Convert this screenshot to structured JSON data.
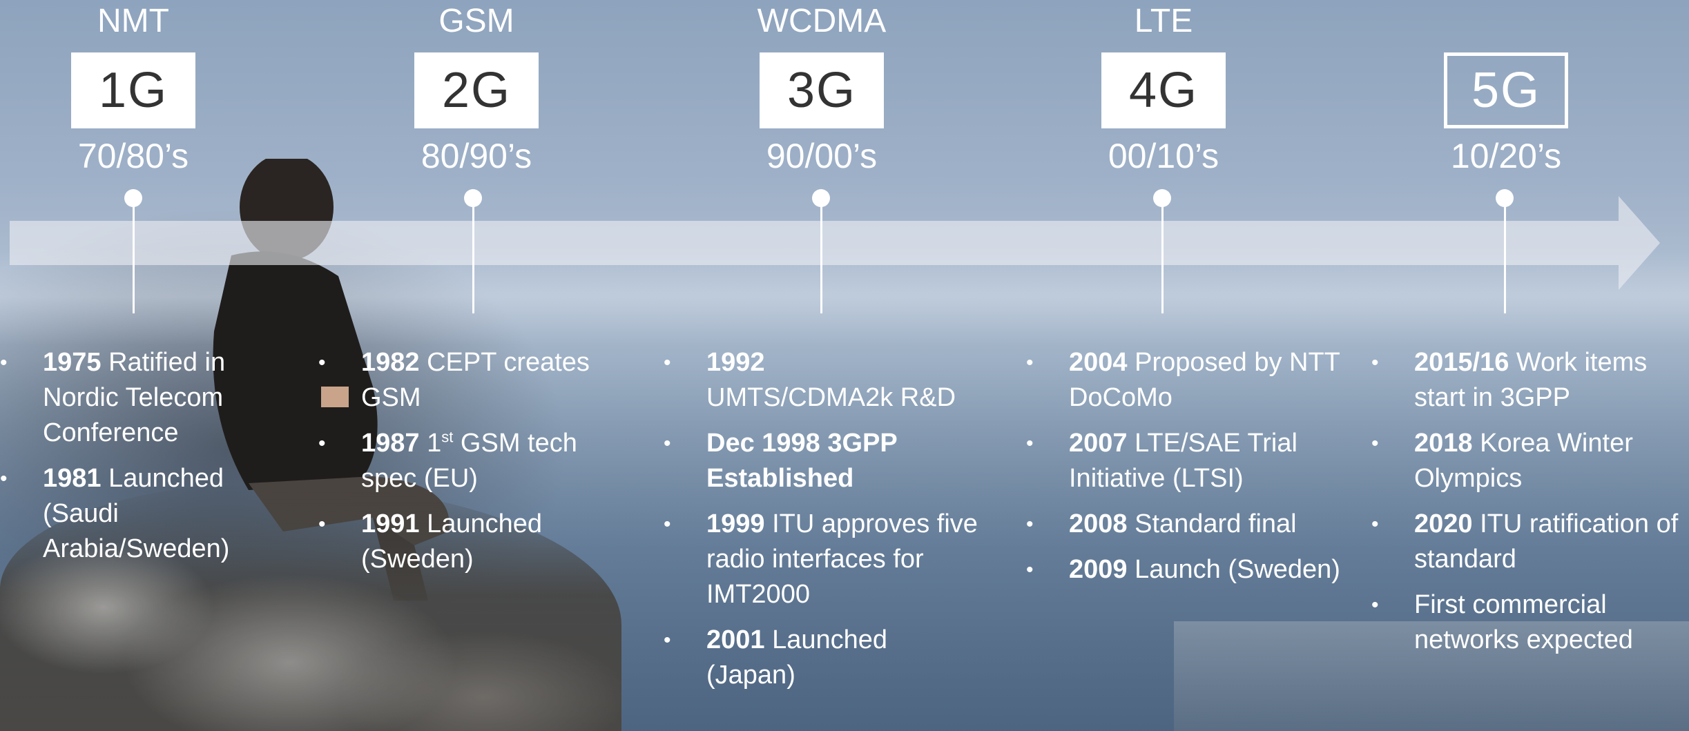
{
  "generations": [
    {
      "tech": "NMT",
      "label": "1G",
      "era": "70/80’s",
      "outlined": false,
      "bullets": [
        {
          "year": "1975",
          "text": " Ratified in Nordic Telecom Conference"
        },
        {
          "year": "1981",
          "text": " Launched (Saudi Arabia/Sweden)"
        }
      ]
    },
    {
      "tech": "GSM",
      "label": "2G",
      "era": "80/90’s",
      "outlined": false,
      "bullets": [
        {
          "year": "1982",
          "text": " CEPT creates GSM"
        },
        {
          "year": "1987",
          "text": " 1",
          "sup": "st",
          "after": " GSM tech spec (EU)"
        },
        {
          "year": "1991",
          "text": " Launched (Sweden)"
        }
      ]
    },
    {
      "tech": "WCDMA",
      "label": "3G",
      "era": "90/00’s",
      "outlined": false,
      "bullets": [
        {
          "year": "1992",
          "text": " UMTS/CDMA2k R&D"
        },
        {
          "year": "Dec 1998 3GPP Established",
          "text": ""
        },
        {
          "year": "1999",
          "text": " ITU approves five radio interfaces for IMT2000"
        },
        {
          "year": "2001",
          "text": " Launched (Japan)"
        }
      ]
    },
    {
      "tech": "LTE",
      "label": "4G",
      "era": "00/10’s",
      "outlined": false,
      "bullets": [
        {
          "year": "2004",
          "text": " Proposed by NTT DoCoMo"
        },
        {
          "year": "2007",
          "text": " LTE/SAE Trial Initiative (LTSI)"
        },
        {
          "year": "2008",
          "text": " Standard final"
        },
        {
          "year": "2009",
          "text": " Launch (Sweden)"
        }
      ]
    },
    {
      "tech": "",
      "label": "5G",
      "era": "10/20’s",
      "outlined": true,
      "bullets": [
        {
          "year": "2015/16",
          "text": "  Work items start in 3GPP"
        },
        {
          "year": "2018",
          "text": " Korea Winter Olympics"
        },
        {
          "year": "2020",
          "text": " ITU ratification of standard"
        },
        {
          "year": "",
          "text": "First commercial networks expected"
        }
      ]
    }
  ]
}
